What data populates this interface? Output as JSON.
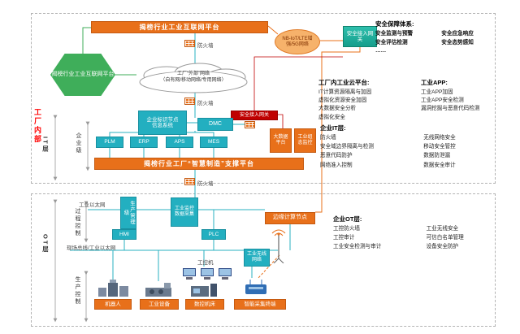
{
  "colors": {
    "orange": "#E8701A",
    "teal": "#23AFC0",
    "green": "#3FAE5A",
    "red": "#C00000",
    "nbiot_fill": "#F6B26B"
  },
  "top": {
    "platform_bar": "揭榜行业工业互联网平台",
    "hexagon": "揭榜行业工业互联网平台",
    "firewall": "防火墙",
    "cloud_line1": "工厂“外部”网络",
    "cloud_line2": "（自有网/移动网络/专用网络）",
    "nbiot": "NB-IoT/LTE增强/5G网络",
    "secure_gateway": "安全接入网关",
    "id_node_line1": "企业标识节点",
    "id_node_line2": "信息系统",
    "dmc": "DMC",
    "red_gateway": "安全接入网关",
    "apps": [
      "PLM",
      "ERP",
      "APS",
      "MES"
    ],
    "bigdata": "大数据平台",
    "scada": "工业组态监控",
    "support_bar": "揭榜行业工厂“智慧制造”支撑平台"
  },
  "ot": {
    "ethernet": "工业以太网",
    "prod_mgmt": "生产管理级",
    "monitor_line1": "工业监控",
    "monitor_line2": "数据采集",
    "edge": "边缘计算节点",
    "hmi": "HMI",
    "plc": "PLC",
    "fieldbus": "现场总线/工业以太网",
    "wireless": "工业无线网络",
    "ipc": "工控机",
    "devices": [
      "机器人",
      "工业设备",
      "数控机床",
      "智能采集终端"
    ]
  },
  "left": {
    "factory": "工厂内部",
    "it": "IT层",
    "ot": "OT层",
    "enterprise": "企业级",
    "process": "过程控制",
    "production": "生产控制"
  },
  "panels": {
    "security": {
      "title": "安全保障体系:",
      "items": [
        "安全监测与预警",
        "安全应急响应",
        "安全评估检测",
        "安全态势感知",
        "……"
      ]
    },
    "cloud": {
      "title": "工厂内工业云平台:",
      "items": [
        "IT计算资源隔离与加固",
        "虚拟化资源安全加固",
        "大数据安全分析",
        "虚拟化安全"
      ]
    },
    "app": {
      "title": "工业APP:",
      "items": [
        "工业APP加固",
        "工业APP安全检测",
        "漏洞挖掘与恶意代码检测"
      ]
    },
    "it": {
      "title": "企业IT层:",
      "col1": [
        "防火墙",
        "安全域边界隔离与检测",
        "恶意代码防护",
        "网络准入控制"
      ],
      "col2": [
        "无线网络安全",
        "移动安全管控",
        "数据防泄漏",
        "数据安全审计"
      ]
    },
    "ot": {
      "title": "企业OT层:",
      "col1": [
        "工控防火墙",
        "工控审计",
        "工业安全检测与审计"
      ],
      "col2": [
        "工业无线安全",
        "可信白名单管理",
        "设备安全防护"
      ]
    }
  }
}
